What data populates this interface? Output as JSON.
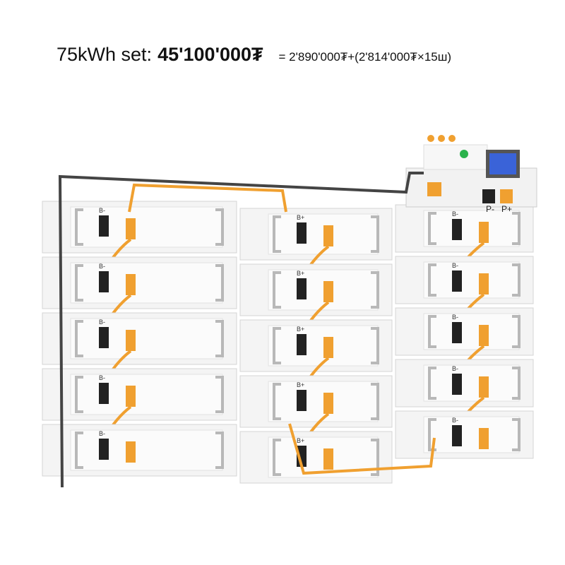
{
  "title": {
    "label": "75kWh set:",
    "price": "45'100'000₮",
    "formula": "= 2'890'000₮+(2'814'000₮×15ш)"
  },
  "product": {
    "module_count": 15,
    "terminal_neg": "B-",
    "terminal_pos": "B+",
    "controller_neg": "P-",
    "controller_pos": "P+"
  },
  "colors": {
    "cable": "#f0a030",
    "module": "#f4f4f4",
    "handle": "#b8b8b8",
    "screen": "#3a63d8",
    "dark_cable": "#444444"
  }
}
